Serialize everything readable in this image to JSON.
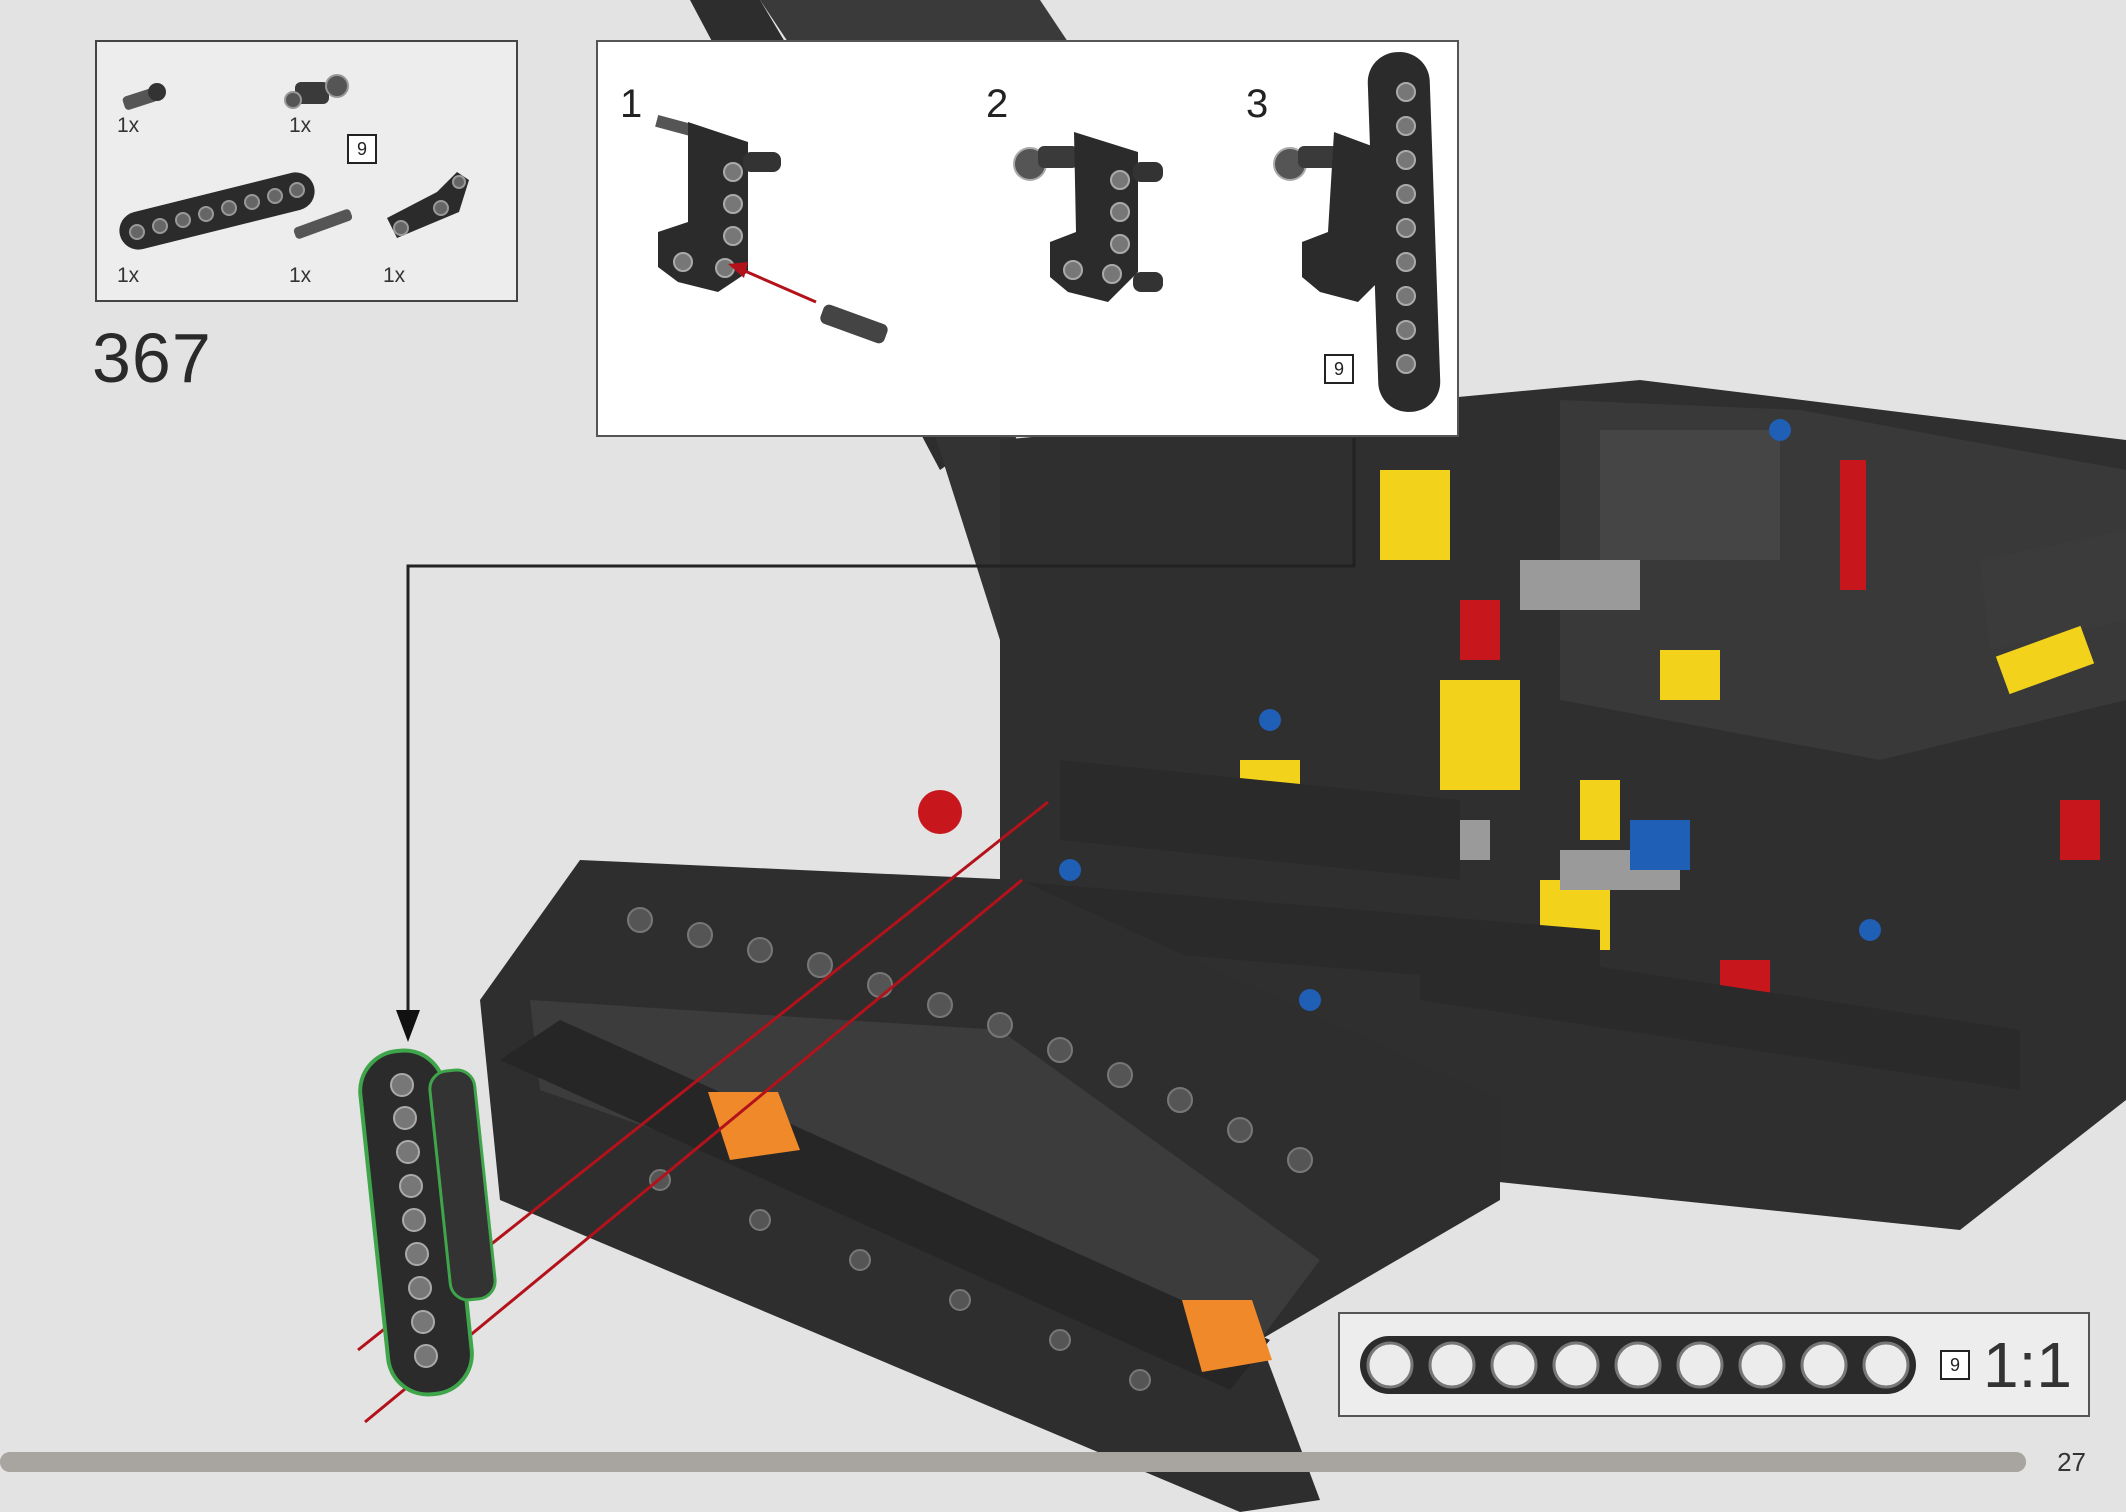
{
  "step": {
    "number": "367"
  },
  "parts_list": {
    "items": [
      {
        "name": "axle-pin-connector",
        "qty": "1x"
      },
      {
        "name": "axle-connector-perpendicular",
        "qty": "1x"
      },
      {
        "name": "beam-9",
        "qty": "1x",
        "length_badge": "9"
      },
      {
        "name": "pin-with-axle",
        "qty": "1x"
      },
      {
        "name": "angled-beam",
        "qty": "1x"
      }
    ]
  },
  "callout": {
    "sub_steps": [
      {
        "label": "1"
      },
      {
        "label": "2"
      },
      {
        "label": "3",
        "length_badge": "9"
      }
    ]
  },
  "scale_box": {
    "length_badge": "9",
    "ratio": "1:1",
    "holes": 9
  },
  "footer": {
    "page_number": "27",
    "progress": 1.0
  },
  "colors": {
    "background": "#e3e3e3",
    "part_dark": "#2b2b2b",
    "part_gray": "#9a9a9a",
    "part_yellow": "#f2d21b",
    "part_red": "#c8161d",
    "part_blue": "#1f5fb5",
    "part_orange": "#f0892a",
    "highlight_green": "#3fa54a",
    "arrow_red": "#b3121b"
  }
}
